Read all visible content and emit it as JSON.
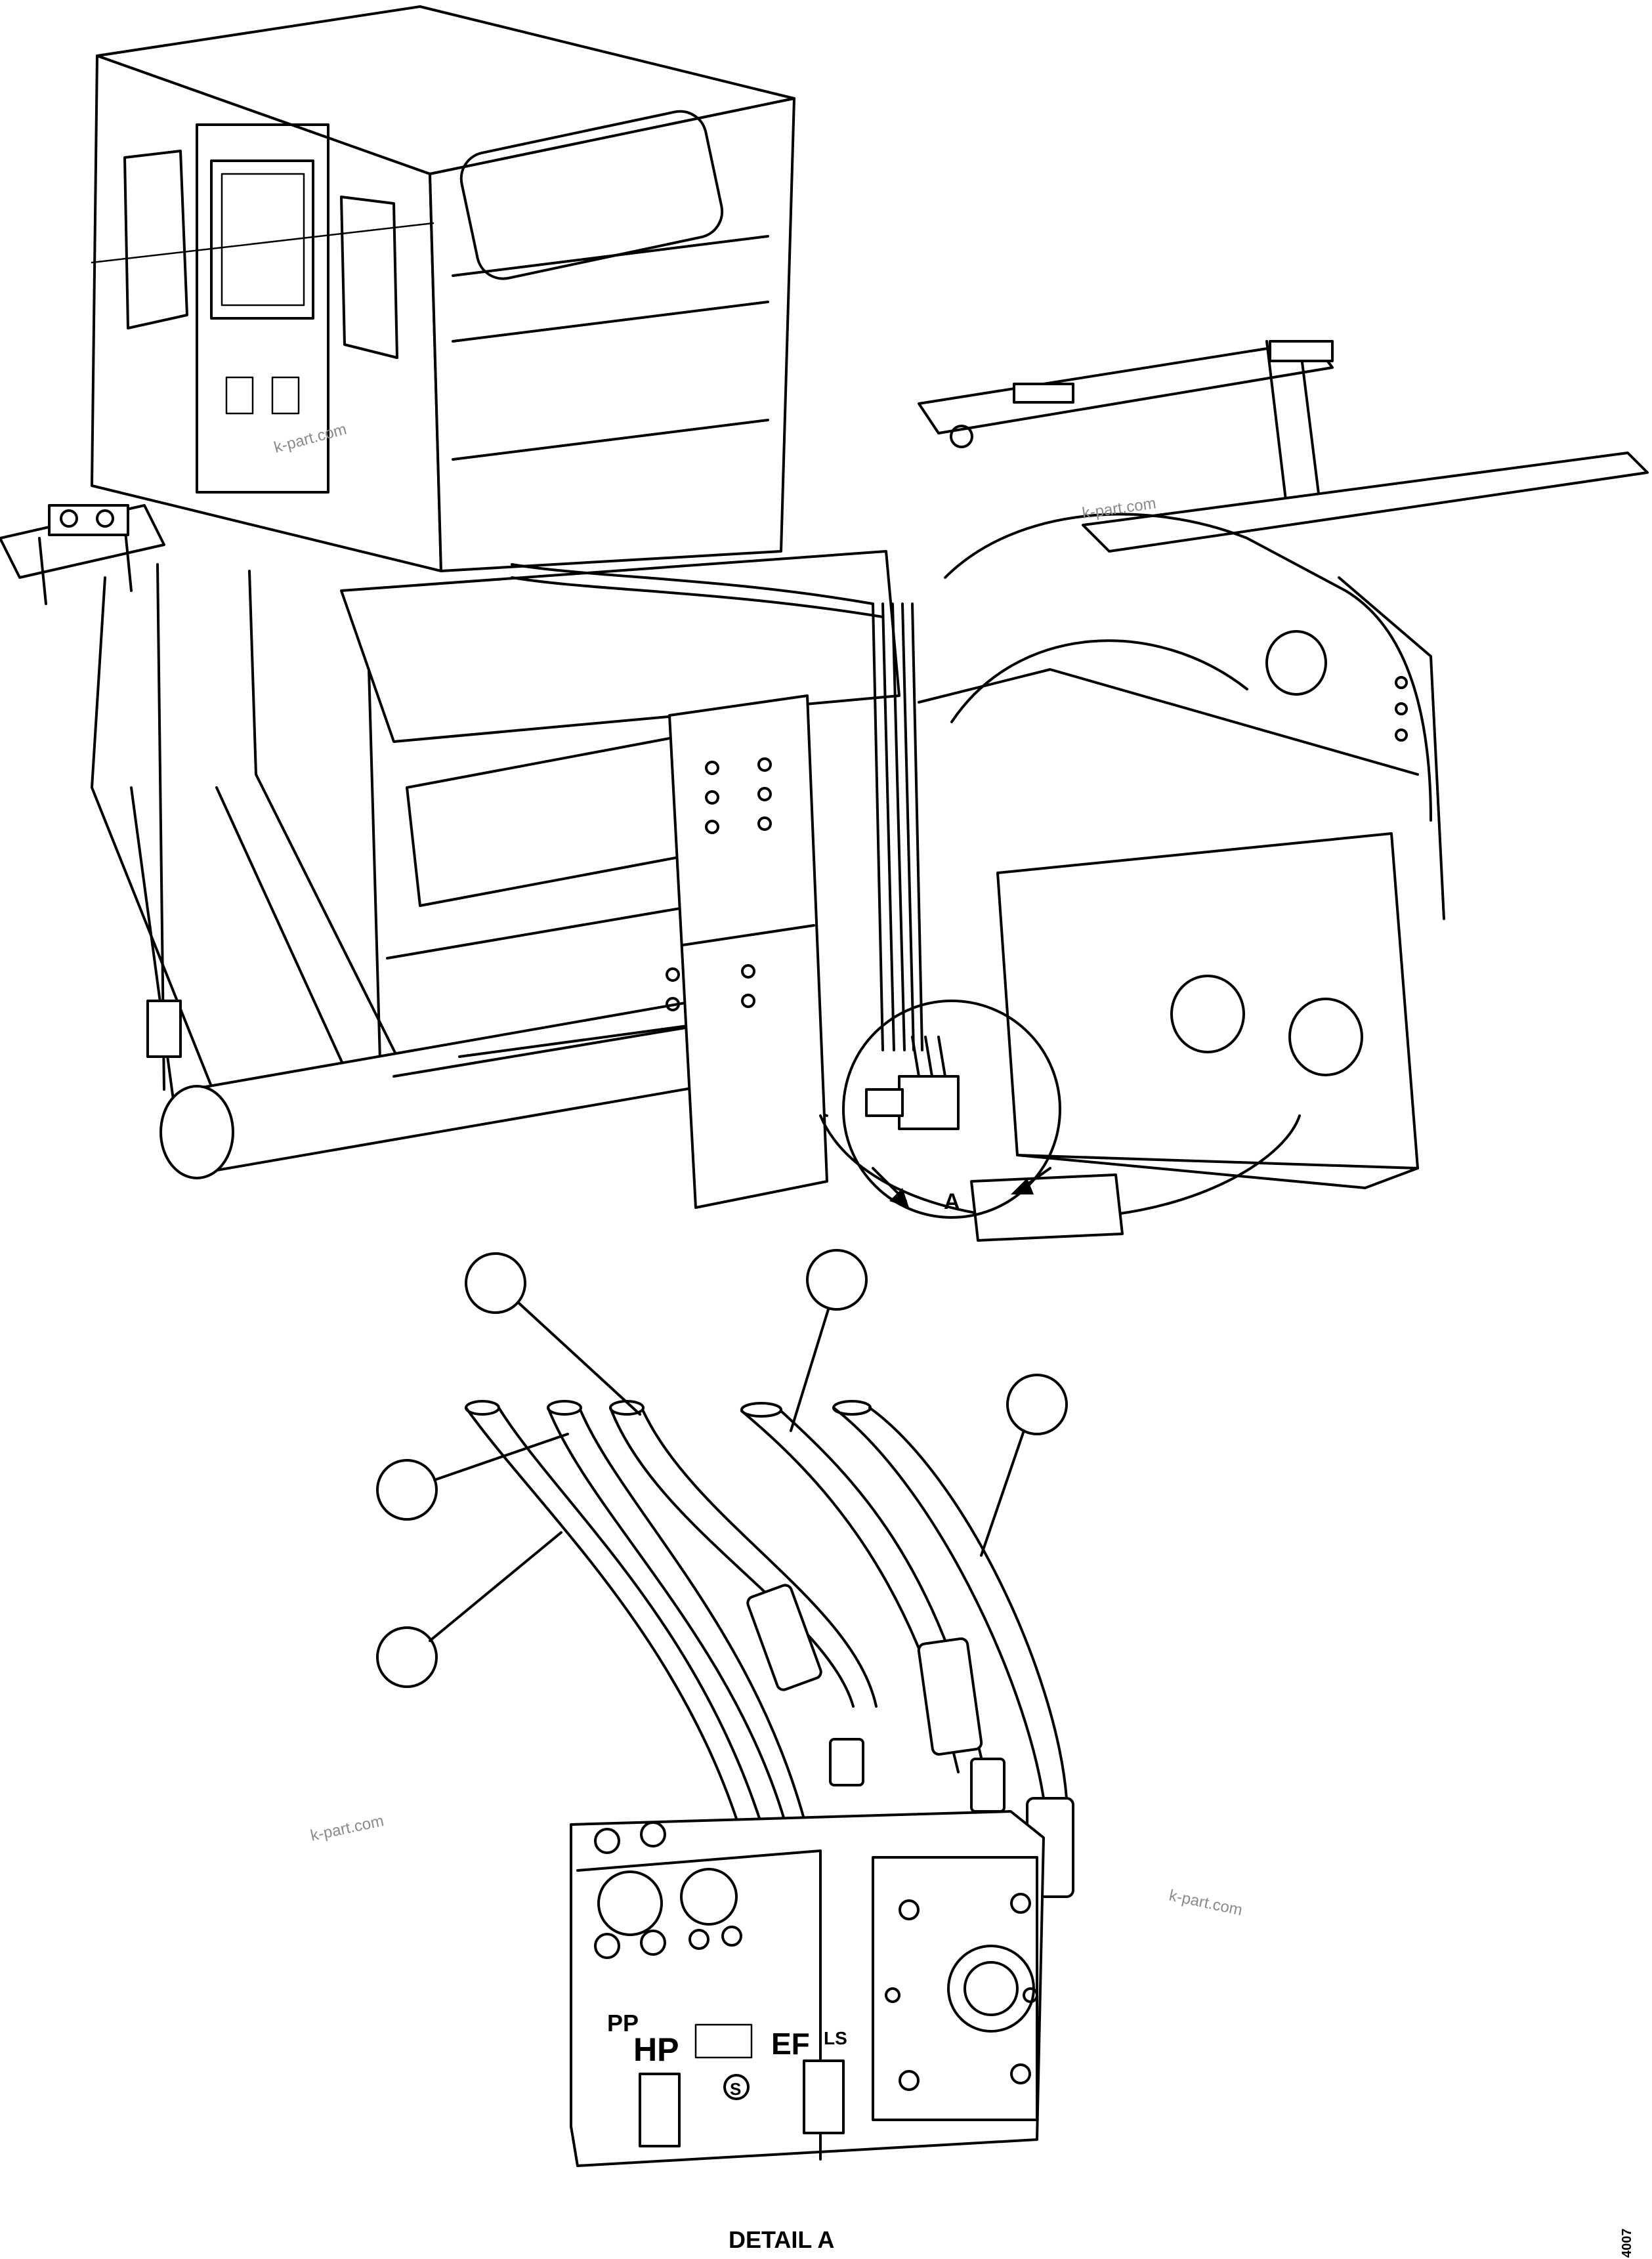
{
  "detail": {
    "marker_letter": "A",
    "caption": "DETAIL A"
  },
  "watermarks": [
    "k-part.com",
    "k-part.com",
    "k-part.com",
    "k-part.com"
  ],
  "pump_markings": {
    "pp": "PP",
    "hp": "HP",
    "ef": "EF",
    "ls": "LS",
    "logo": "S"
  },
  "corner_code": "4007"
}
